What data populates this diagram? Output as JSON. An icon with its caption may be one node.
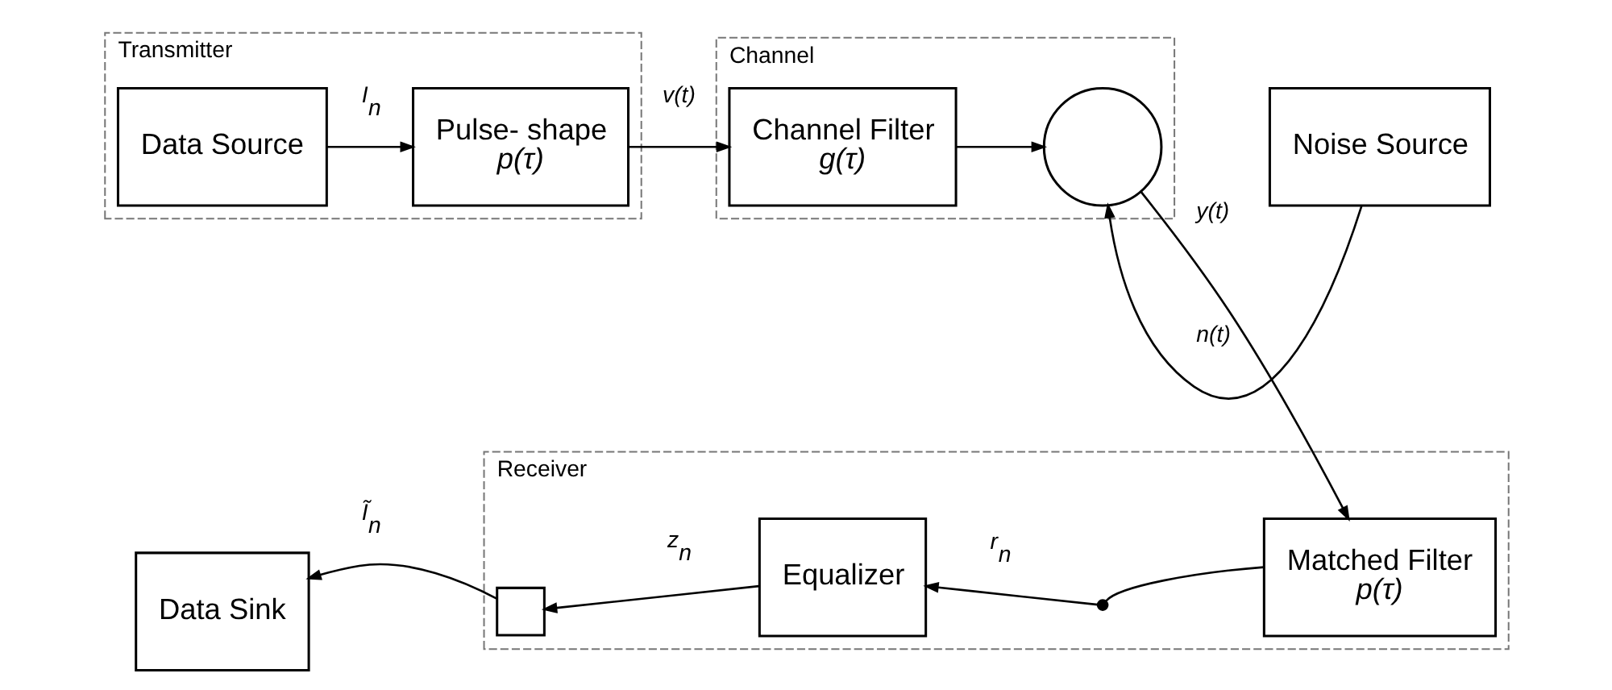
{
  "diagram": {
    "nodes": [
      {
        "text": [
          "Transmitter"
        ]
      },
      {
        "text": [
          "Data Source"
        ],
        "in": 0
      },
      {
        "text": [
          "Pulse- shape",
          "p(τ)"
        ],
        "in": 0
      },
      {
        "text": [
          "Channel"
        ]
      },
      {
        "text": [
          "Channel Filter",
          "g(τ)"
        ],
        "in": 3
      },
      {
        "text": [],
        "shape": "circle",
        "in": 3
      },
      {
        "text": [
          "Noise Source"
        ]
      },
      {
        "text": [
          "Receiver"
        ]
      },
      {
        "text": [
          "Matched Filter",
          "p(τ)"
        ],
        "in": 7
      },
      {
        "text": [],
        "shape": "switch",
        "in": 7
      },
      {
        "text": [
          "Equalizer"
        ],
        "in": 7
      },
      {
        "text": [],
        "shape": "box",
        "in": 7
      },
      {
        "text": [
          "Data Sink"
        ]
      }
    ],
    "edges": [
      {
        "from": 1,
        "to": 2,
        "arrow": "to",
        "label": "I$_{n}$"
      },
      {
        "from": 2,
        "to": 4,
        "arrow": "to",
        "label": "v(t)"
      },
      {
        "from": 4,
        "to": 5,
        "arrow": "to"
      },
      {
        "from": 6,
        "to": 5,
        "arrow": "to",
        "label": "n(t)"
      },
      {
        "from": 5,
        "to": 8,
        "arrow": "to",
        "label": "y(t)"
      },
      {
        "from": 8,
        "to": 9,
        "arrow": "none"
      },
      {
        "from": 9,
        "to": 10,
        "arrow": "to",
        "label": "r$_{n}$"
      },
      {
        "from": 10,
        "to": 11,
        "arrow": "to",
        "label": "z$_{n}$"
      },
      {
        "from": 11,
        "to": 12,
        "arrow": "to",
        "label": "Ĩ$_{n}$"
      }
    ]
  }
}
